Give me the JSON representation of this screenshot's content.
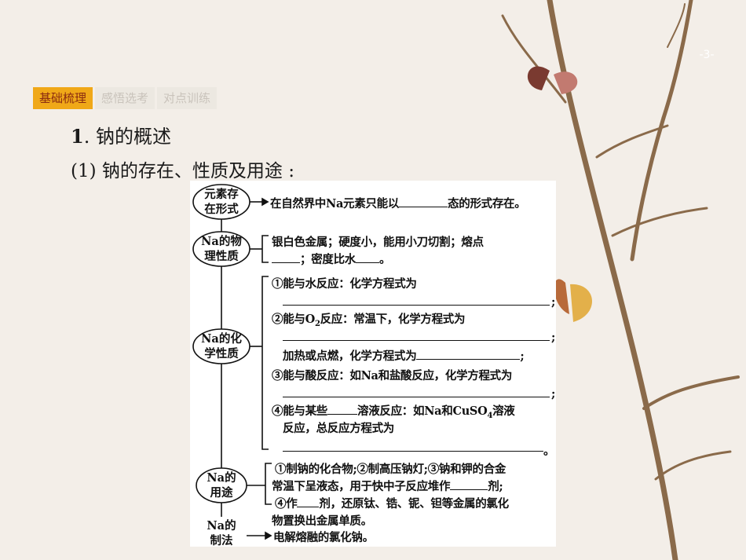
{
  "page_number": "-3-",
  "tabs": [
    {
      "label": "基础梳理",
      "active": true
    },
    {
      "label": "感悟选考",
      "active": false
    },
    {
      "label": "对点训练",
      "active": false
    }
  ],
  "heading": {
    "num": "1",
    "text": ". 钠的概述"
  },
  "subheading": "(1) 钠的存在、性质及用途 :",
  "diagram": {
    "nodes": {
      "existence": [
        "元素存",
        "在形式"
      ],
      "physical": [
        "Na的物",
        "理性质"
      ],
      "chemical": [
        "Na的化",
        "学性质"
      ],
      "uses": [
        "Na的",
        "用途"
      ],
      "preparation": [
        "Na的",
        "制法"
      ]
    },
    "existence_text": {
      "a": "在自然界中Na元素只能以",
      "b": "态的形式存在。"
    },
    "physical_text": {
      "line1": "银白色金属；硬度小，能用小刀切割；熔点",
      "line2": "；密度比水",
      "line2_end": "。"
    },
    "chemical_text": {
      "item1": "①能与水反应：化学方程式为",
      "item2_a": "②能与O",
      "item2_sub": "2",
      "item2_b": "反应：常温下，化学方程式为",
      "item2_heat": "加热或点燃，化学方程式为",
      "item3": "③能与酸反应：如Na和盐酸反应，化学方程式为",
      "item4_a": "④能与某些",
      "item4_b": "溶液反应：如Na和CuSO",
      "item4_sub": "4",
      "item4_c": "溶液",
      "item4_line2": "反应，总反应方程式为",
      "semicolon": ";",
      "period": "。"
    },
    "uses_text": {
      "line1": "①制钠的化合物;②制高压钠灯;③钠和钾的合金",
      "line2_a": "常温下呈液态，用于快中子反应堆作",
      "line2_b": "剂;",
      "line3_a": "④作",
      "line3_b": "剂，还原钛、锆、铌、钽等金属的氯化",
      "line4": "物置换出金属单质。"
    },
    "preparation_text": "电解熔融的氯化钠。"
  }
}
